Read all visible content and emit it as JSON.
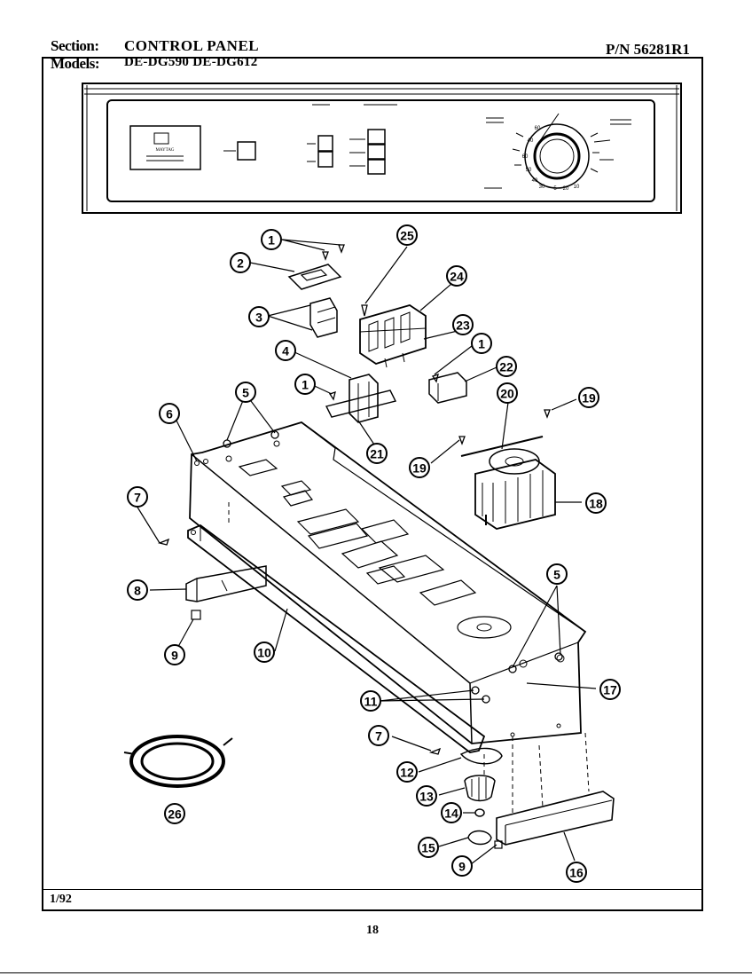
{
  "header": {
    "section_label": "Section:",
    "section_value": "CONTROL PANEL",
    "part_number": "P/N 56281R1",
    "models_label": "Models:",
    "models_value": "DE-DG590  DE-DG612"
  },
  "console": {
    "brand_logo": "MAYTAG",
    "timer_dial_numbers": [
      "60",
      "50",
      "40",
      "30",
      "20",
      "10",
      "5",
      "40",
      "60"
    ]
  },
  "callouts": [
    "1",
    "1",
    "1",
    "2",
    "3",
    "4",
    "5",
    "5",
    "6",
    "7",
    "7",
    "8",
    "9",
    "9",
    "10",
    "11",
    "12",
    "13",
    "14",
    "15",
    "16",
    "17",
    "18",
    "19",
    "19",
    "20",
    "21",
    "22",
    "23",
    "24",
    "25",
    "26"
  ],
  "footer": {
    "date": "1/92",
    "page_number": "18"
  }
}
